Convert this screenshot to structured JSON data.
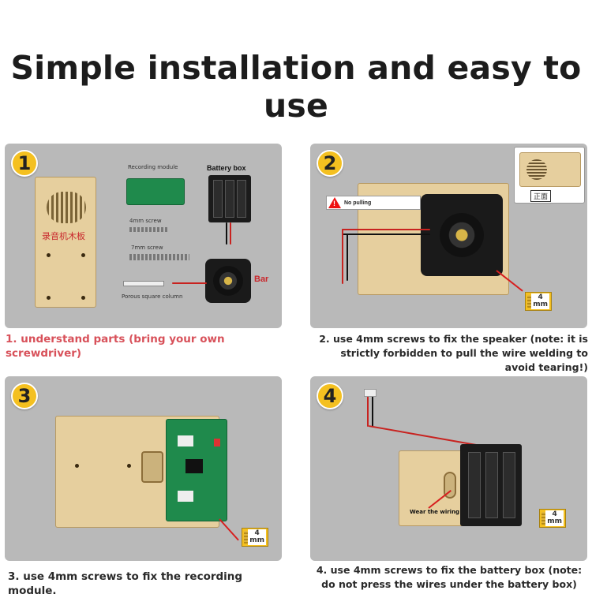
{
  "title": "Simple installation and easy to use",
  "steps": [
    {
      "number": "1",
      "caption": "1. understand parts  (bring your own screwdriver)",
      "labels": {
        "recording_module": "Recording module",
        "battery_box": "Battery box",
        "screw_4mm": "4mm screw",
        "screw_7mm": "7mm screw",
        "bar": "Bar",
        "porous_column": "Porous square column",
        "board_cn": "录音机木板"
      }
    },
    {
      "number": "2",
      "caption": "2. use 4mm screws to fix the speaker  (note: it is strictly forbidden to pull the wire welding to avoid tearing!)",
      "labels": {
        "no_pulling": "No pulling",
        "front_cn": "正面"
      }
    },
    {
      "number": "3",
      "caption": "3. use 4mm screws to fix the recording module."
    },
    {
      "number": "4",
      "caption": "4. use 4mm screws to fix the battery box  (note: do not press the wires under the battery box)",
      "labels": {
        "wear_wiring": "Wear the wiring"
      }
    }
  ],
  "screw_spec": {
    "top": "4",
    "bottom": "mm"
  },
  "colors": {
    "badge": "#f4c020",
    "caption_red": "#d8515a",
    "panel": "#b9b9b9",
    "bar_label": "#c9282d"
  }
}
